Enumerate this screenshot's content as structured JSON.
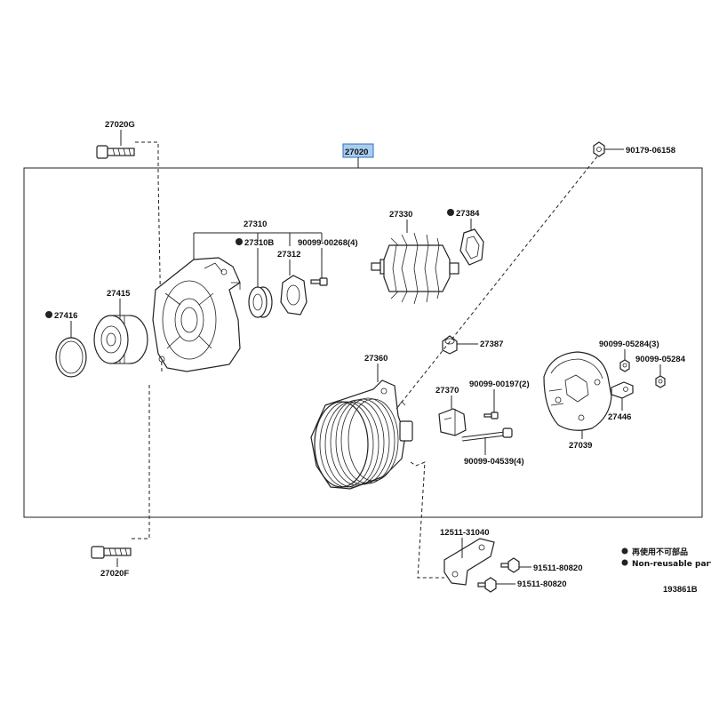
{
  "assembly": {
    "number": "27020",
    "highlight_color": "#a9cdf0"
  },
  "parts": {
    "p27020G": "27020G",
    "p27020F": "27020F",
    "p27310": "27310",
    "p27310B": "27310B",
    "p90099_00268": "90099-00268(4)",
    "p27312": "27312",
    "p27415": "27415",
    "p27416": "27416",
    "p27330": "27330",
    "p27384": "27384",
    "p27387": "27387",
    "p90179": "90179-06158",
    "p27360": "27360",
    "p27370": "27370",
    "p90099_00197": "90099-00197(2)",
    "p90099_04539": "90099-04539(4)",
    "p90099_05284_3": "90099-05284(3)",
    "p90099_05284": "90099-05284",
    "p27446": "27446",
    "p27039": "27039",
    "p12511": "12511-31040",
    "p91511_a": "91511-80820",
    "p91511_b": "91511-80820"
  },
  "legend": {
    "non_reusable_jp": "再使用不可部品",
    "non_reusable_en": "Non-reusable part"
  },
  "diagram_id": "193861B"
}
